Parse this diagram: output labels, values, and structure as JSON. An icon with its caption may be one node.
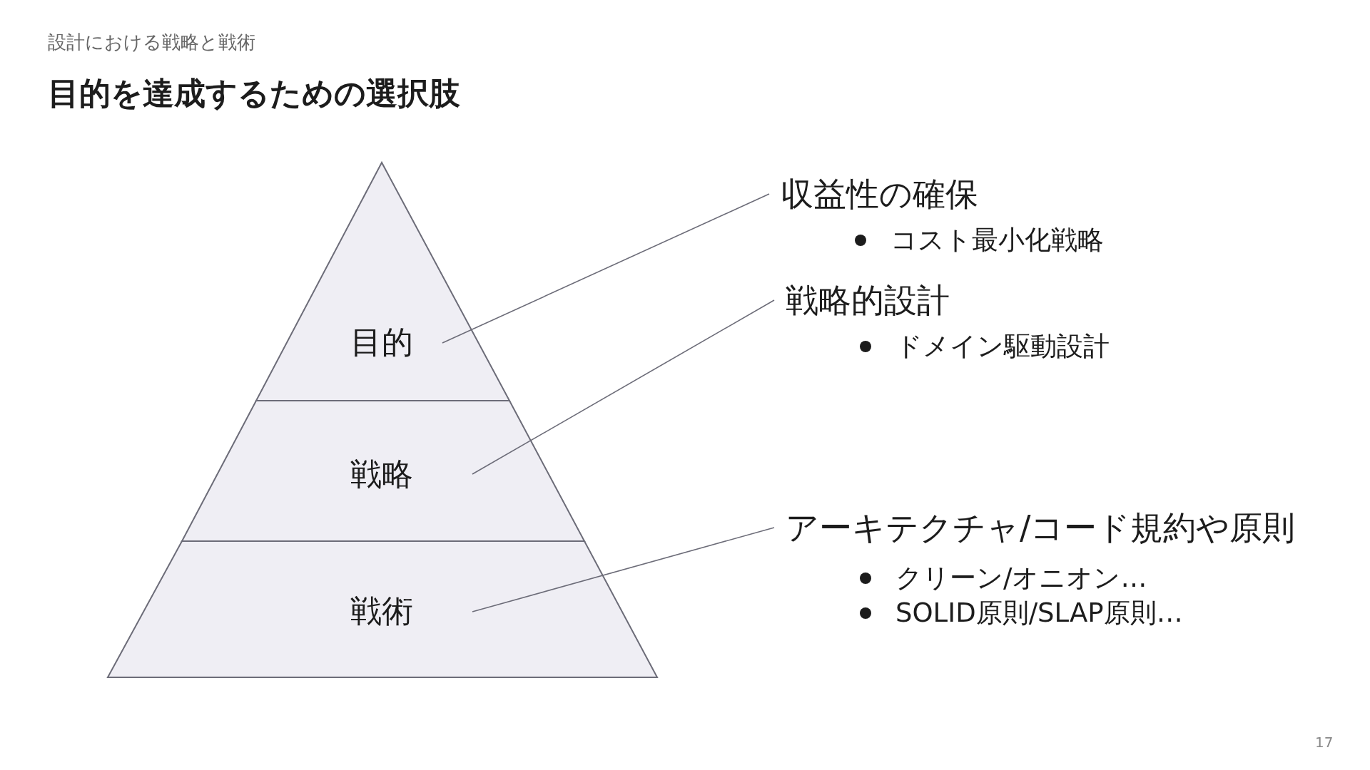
{
  "diagram": {
    "title": "目的を達成するための選択肢",
    "nodes": [
      {
        "text": [
          "目的"
        ]
      },
      {
        "text": [
          "戦略"
        ]
      },
      {
        "text": [
          "戦術"
        ]
      },
      {
        "text": [
          "収益性の確保",
          "コスト最小化戦略"
        ]
      },
      {
        "text": [
          "戦略的設計",
          "ドメイン駆動設計"
        ]
      },
      {
        "text": [
          "アーキテクチャ/コード規約や原則",
          "クリーン/オニオン…",
          "SOLID原則/SLAP原則…"
        ]
      }
    ],
    "edges": [
      {
        "from": 0,
        "to": 3,
        "arrow": "none"
      },
      {
        "from": 1,
        "to": 4,
        "arrow": "none"
      },
      {
        "from": 2,
        "to": 5,
        "arrow": "none"
      }
    ],
    "labels": [
      "設計における戦略と戦術",
      "17"
    ]
  }
}
